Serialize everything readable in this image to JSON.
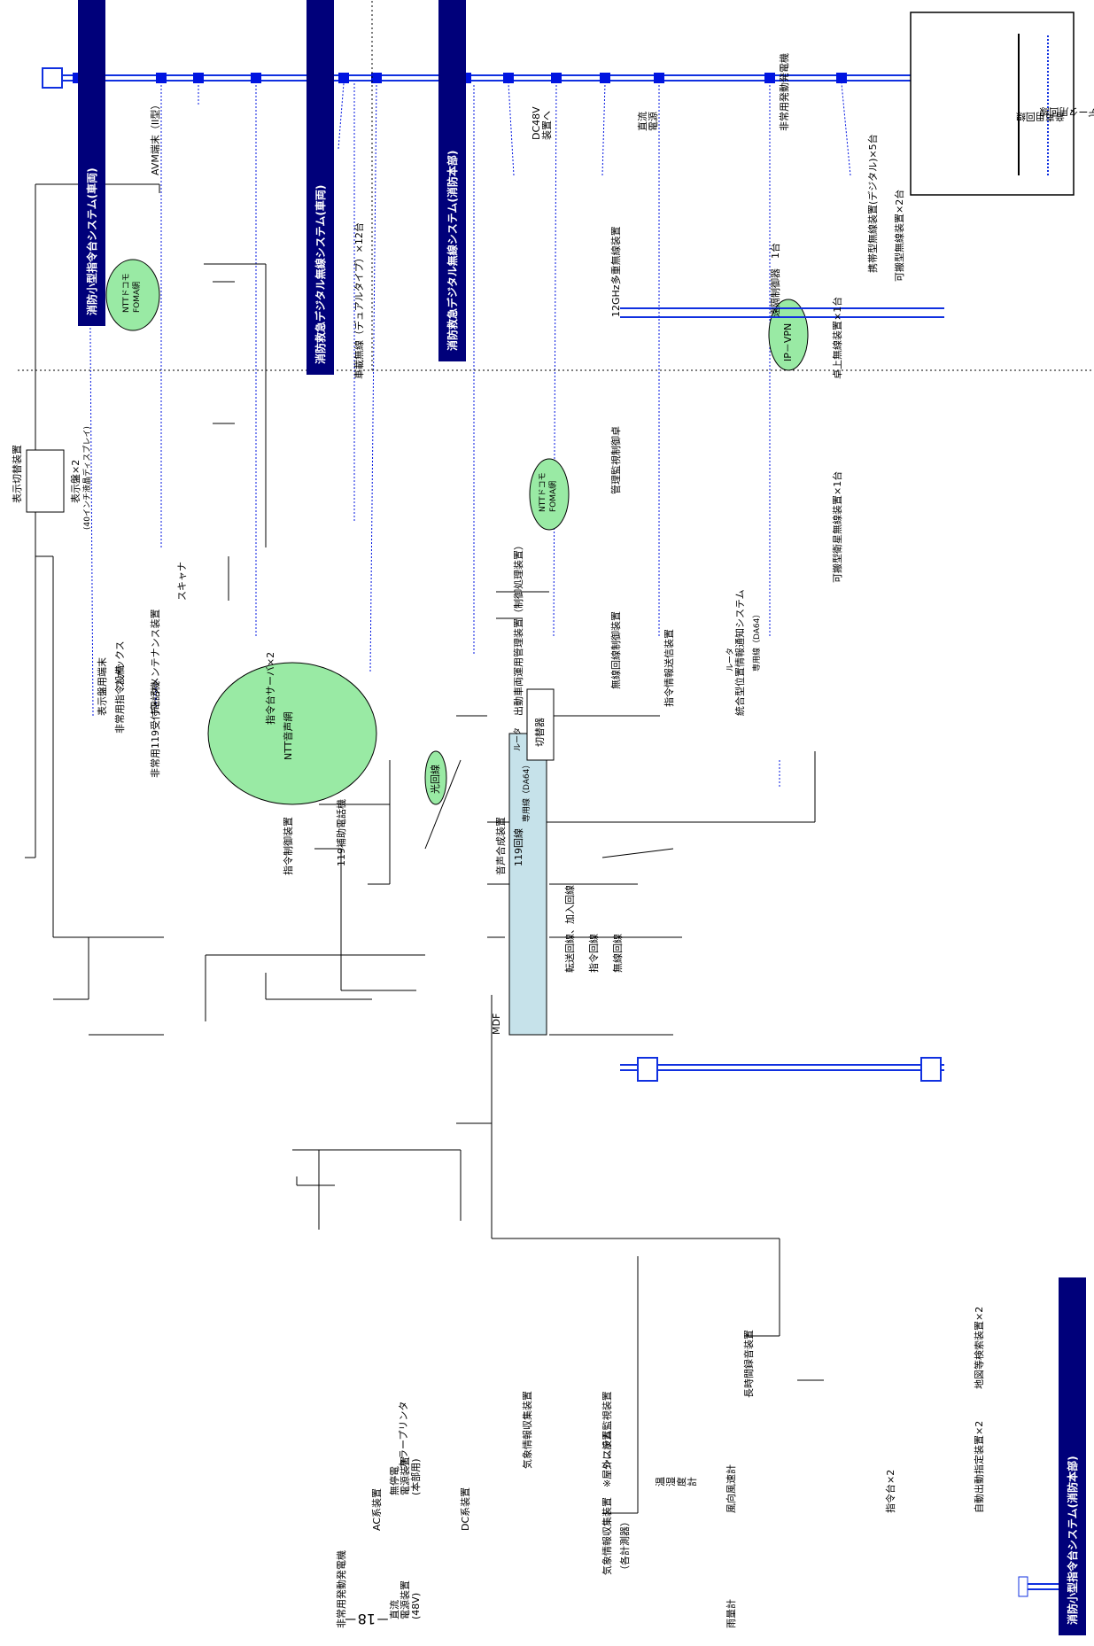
{
  "page_number": "－18－",
  "legend": {
    "voice_line": "音声用回線",
    "data_line": "データ用回線"
  },
  "titles": {
    "main": "消防小型指令台システム(消防本部)",
    "vehicle": "消防小型指令台システム(車両)",
    "radio_vehicle": "消防救急デジタル無線システム(車両)",
    "radio_hq": "消防救急デジタル無線システム(消防本部)"
  },
  "vehicle": {
    "avm": "AVM端末（II型）",
    "ntt_foma": [
      "NTTドコモ",
      "FOMA網"
    ],
    "radio": "車載無線（デュアルタイプ）×12台"
  },
  "hq": {
    "dc48v": [
      "DC48V",
      "装置へ"
    ],
    "dc_power": [
      "直流",
      "電源"
    ],
    "generator": "非常用発動発電機",
    "multiplex": "12GHz多重無線装置",
    "remote": "遠隔制御器　1台",
    "monitor_desk": "管理監視制御卓",
    "radio_ctrl": "無線回線制御装置",
    "satellite": "可搬型衛星無線装置×1台",
    "desk_radio": "卓上無線装置×1台",
    "portable_radio": "携帯型無線装置(デジタル)×5台",
    "transportable": "可搬型無線装置×2台"
  },
  "center": {
    "ntt_voice": "NTT音声網",
    "fiber": "光回線",
    "fax": "ファックス",
    "mdf": "MDF",
    "switcher": "切替器",
    "emergency_equip": "非常用指令設備",
    "emergency_phone": "非常用119受付電話機",
    "line_119": "119回線",
    "line_transfer": "転送回線、加入回線",
    "line_command": "指令回線",
    "line_radio": "無線回線",
    "cmd_control": "指令制御装置",
    "voice_synth": "音声合成装置",
    "ntt_foma2": [
      "NTTドコモ",
      "FOMA網"
    ],
    "leased1": "専用線（DA64）",
    "ip_vpn": "IP－VPN",
    "leased2": "専用線（DA64）",
    "router1": "ルータ",
    "router2": "ルータ",
    "dispatch_mgmt": "出動車両運用管理装置（制御処理装置）",
    "cmd_transmit": "指令情報送信装置",
    "location_sys": "統合型位置情報通知システム",
    "phone_119": "119補助電話機",
    "display_switch": "表示切替装置",
    "display_board": "表示盤×2",
    "display_board_note": "(40インチ液晶ディスプレイ)",
    "scanner": "スキャナ",
    "display_terminal": "表示盤用端末",
    "data_maint": "データメンテナンス装置",
    "cmd_server": "指令台サーバ×2"
  },
  "lower": {
    "map_search": "地図等検索装置×2",
    "auto_dispatch": "自動出動指定装置×2",
    "console": "指令台×2",
    "recorder": "長時間録音装置",
    "sys_monitor": "システム監視装置",
    "weather_collect": "気象情報収集装置",
    "color_printer": "カラープリンタ",
    "wind_meter": "風向風速計",
    "hygrometer": [
      "温",
      "湿",
      "度",
      "計"
    ],
    "rain_gauge": "雨量計",
    "weather_instr": "気象情報収集装置　※屋外に設置",
    "weather_instr2": "（各計測器）",
    "ac_equip": "AC系装置",
    "dc_equip": "DC系装置",
    "ups": [
      "無停電",
      "電源装置",
      "(本部用)"
    ],
    "dc_psu": [
      "直流",
      "電源装置",
      "(48V)"
    ],
    "generator2": "非常用発動発電機"
  }
}
